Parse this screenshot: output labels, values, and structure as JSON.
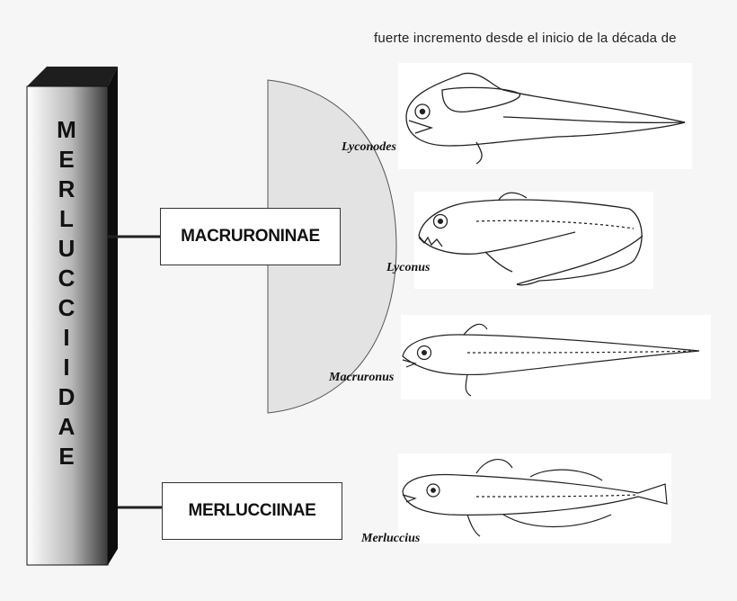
{
  "header_text": "fuerte incremento desde el inicio de la década de",
  "family": {
    "name": "MERLUCCIIDAE",
    "letters": [
      "M",
      "E",
      "R",
      "L",
      "U",
      "C",
      "C",
      "I",
      "I",
      "D",
      "A",
      "E"
    ]
  },
  "subfamilies": [
    {
      "name": "MACRURONINAE"
    },
    {
      "name": "MERLUCCIINAE"
    }
  ],
  "genera": [
    {
      "name": "Lyconodes",
      "subfamily": "MACRURONINAE"
    },
    {
      "name": "Lyconus",
      "subfamily": "MACRURONINAE"
    },
    {
      "name": "Macruronus",
      "subfamily": "MACRURONINAE"
    },
    {
      "name": "Merluccius",
      "subfamily": "MERLUCCIINAE"
    }
  ],
  "colors": {
    "background": "#f6f6f6",
    "bracket_fill": "#e3e3e4",
    "line": "#222222",
    "panel": "#ffffff"
  }
}
